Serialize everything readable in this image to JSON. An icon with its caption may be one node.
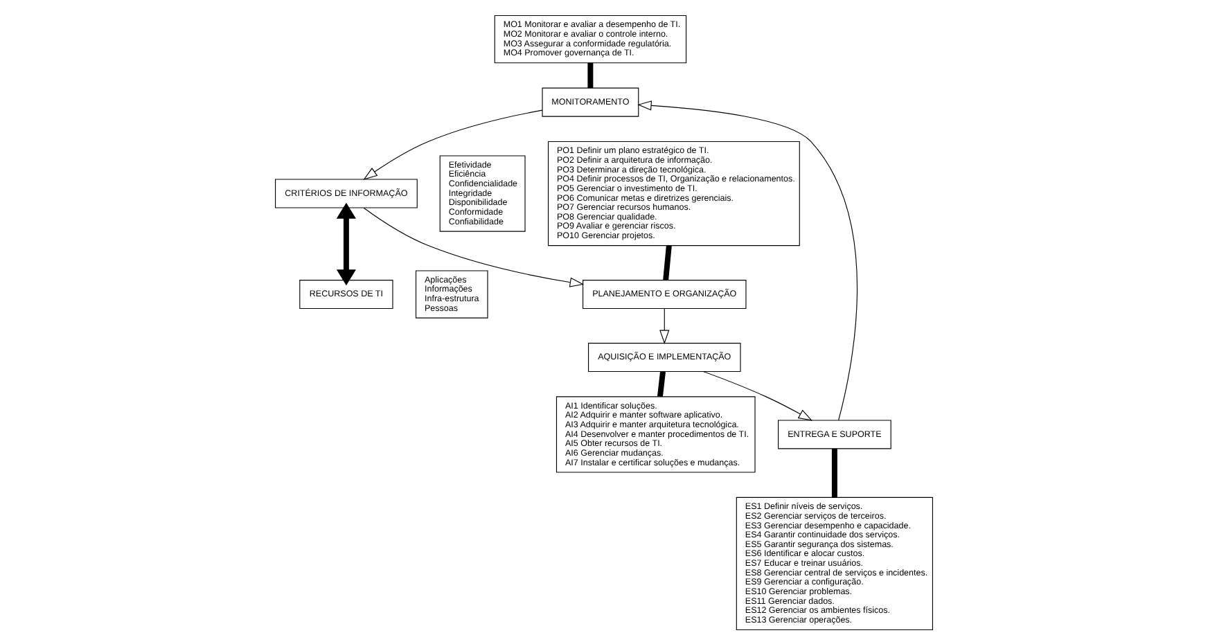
{
  "diagram": {
    "nodes": [
      {
        "text": [
          "MO1 Monitorar e avaliar a desempenho de TI.",
          "MO2 Monitorar e avaliar o controle interno.",
          "MO3 Assegurar a conformidade regulatória.",
          "MO4 Promover governança de TI."
        ]
      },
      {
        "text": [
          "CRITÉRIOS DE INFORMAÇÃO"
        ]
      },
      {
        "text": [
          "Efetividade",
          "Eficiência",
          "Confidencialidade",
          "Integridade",
          "Disponibilidade",
          "Conformidade",
          "Confiabilidade"
        ]
      },
      {
        "text": [
          "PO1 Definir um plano estratégico de TI.",
          "PO2 Definir a arquitetura de informação.",
          "PO3 Determinar a direção tecnológica.",
          "PO4 Definir processos de TI, Organização e relacionamentos.",
          "PO5 Gerenciar o investimento de TI.",
          "PO6 Comunicar metas e diretrizes gerenciais.",
          "PO7 Gerenciar recursos humanos.",
          "PO8 Gerenciar qualidade.",
          "PO9 Avaliar e gerenciar riscos.",
          "PO10 Gerenciar projetos."
        ]
      },
      {
        "text": [
          "MONITORAMENTO"
        ]
      },
      {
        "text": [
          "PLANEJAMENTO E ORGANIZAÇÃO"
        ]
      },
      {
        "text": [
          "RECURSOS DE TI"
        ]
      },
      {
        "text": [
          "Aplicações",
          "Informações",
          "Infra-estrutura",
          "Pessoas"
        ]
      },
      {
        "text": [
          "ES1 Definir níveis de serviços.",
          "ES2 Gerenciar serviços de terceiros.",
          "ES3 Gerenciar desempenho e capacidade.",
          "ES4 Garantir continuidade dos serviços.",
          "ES5 Garantir segurança dos sistemas.",
          "ES6 Identificar e alocar custos.",
          "ES7 Educar e treinar usuários.",
          "ES8 Gerenciar central de serviços e incidentes.",
          "ES9 Gerenciar a configuração.",
          "ES10 Gerenciar problemas.",
          "ES11 Gerenciar dados.",
          "ES12 Gerenciar os ambientes físicos.",
          "ES13 Gerenciar operações."
        ]
      },
      {
        "text": [
          "AQUISIÇÃO E IMPLEMENTAÇÃO"
        ]
      },
      {
        "text": [
          "ENTREGA E SUPORTE"
        ]
      },
      {
        "text": [
          "AI1 Identificar soluções.",
          "AI2 Adquirir e manter software aplicativo.",
          "AI3 Adquirir e manter arquitetura tecnológica.",
          "AI4 Desenvolver e manter procedimentos de TI.",
          "AI5 Obter recursos de TI.",
          "AI6 Gerenciar mudanças.",
          "AI7 Instalar e certificar soluções e mudanças."
        ]
      }
    ],
    "edges": [
      {
        "from": 0,
        "to": 4,
        "arrow": "none",
        "style": "thick"
      },
      {
        "from": 3,
        "to": 5,
        "arrow": "none",
        "style": "thick"
      },
      {
        "from": 1,
        "to": 6,
        "arrow": "both",
        "style": "thick"
      },
      {
        "from": 4,
        "to": 1,
        "arrow": "to"
      },
      {
        "from": 1,
        "to": 5,
        "arrow": "to"
      },
      {
        "from": 5,
        "to": 9,
        "arrow": "to"
      },
      {
        "from": 9,
        "to": 11,
        "arrow": "none",
        "style": "thick"
      },
      {
        "from": 9,
        "to": 10,
        "arrow": "to"
      },
      {
        "from": 10,
        "to": 8,
        "arrow": "none",
        "style": "thick"
      },
      {
        "from": 10,
        "to": 4,
        "arrow": "to"
      }
    ]
  }
}
